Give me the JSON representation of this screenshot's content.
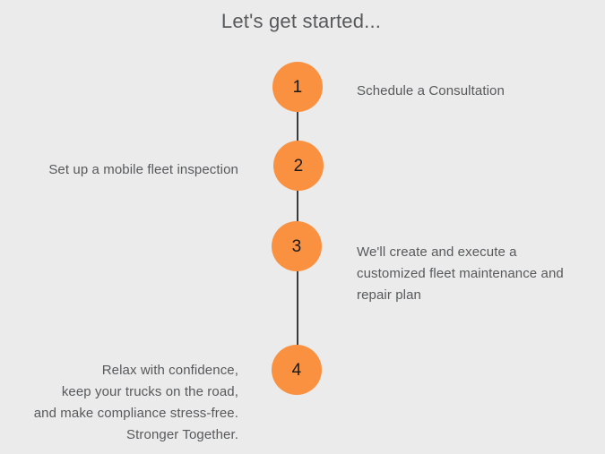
{
  "page": {
    "title": "Let's get started...",
    "background_color": "#ebebeb",
    "text_color": "#58595b",
    "accent_color": "#f99140",
    "connector_color": "#3a3a3a"
  },
  "timeline": {
    "steps": [
      {
        "number": "1",
        "side": "right",
        "lines": [
          "Schedule a Consultation"
        ]
      },
      {
        "number": "2",
        "side": "left",
        "lines": [
          "Set up a mobile fleet inspection"
        ]
      },
      {
        "number": "3",
        "side": "right",
        "lines": [
          "We'll create and execute a",
          "customized fleet maintenance and",
          "repair plan"
        ]
      },
      {
        "number": "4",
        "side": "left",
        "lines": [
          "Relax with confidence,",
          "keep your trucks on the road,",
          "and make compliance stress-free.",
          "Stronger Together."
        ]
      }
    ]
  }
}
